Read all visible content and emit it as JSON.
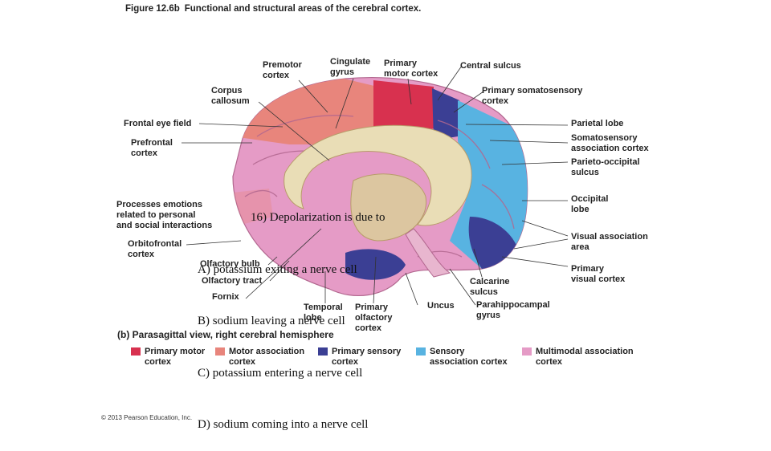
{
  "figure": {
    "number": "Figure 12.6b",
    "title": "Functional and structural areas of the cerebral cortex."
  },
  "subtitle": "(b) Parasagittal view, right cerebral hemisphere",
  "labels": {
    "premotor": "Premotor\ncortex",
    "cingulate": "Cingulate\ngyrus",
    "primary_motor": "Primary\nmotor cortex",
    "central_sulcus": "Central sulcus",
    "corpus_callosum": "Corpus\ncallosum",
    "primary_somatosensory": "Primary somatosensory\ncortex",
    "frontal_eye": "Frontal eye field",
    "parietal_lobe": "Parietal lobe",
    "prefrontal": "Prefrontal\ncortex",
    "somatosensory_assoc": "Somatosensory\nassociation cortex",
    "parieto_occipital": "Parieto-occipital\nsulcus",
    "processes_emotions": "Processes emotions\nrelated to personal\nand social interactions",
    "occipital_lobe": "Occipital\nlobe",
    "orbitofrontal": "Orbitofrontal\ncortex",
    "visual_assoc": "Visual association\narea",
    "olfactory_bulb": "Olfactory bulb",
    "primary_visual": "Primary\nvisual cortex",
    "olfactory_tract": "Olfactory tract",
    "calcarine": "Calcarine\nsulcus",
    "fornix": "Fornix",
    "parahippocampal": "Parahippocampal\ngyrus",
    "temporal_lobe": "Temporal\nlobe",
    "primary_olfactory": "Primary\nolfactory\ncortex",
    "uncus": "Uncus"
  },
  "legend": [
    {
      "label": "Primary motor\ncortex",
      "color": "#d8314f"
    },
    {
      "label": "Motor association\ncortex",
      "color": "#e8857c"
    },
    {
      "label": "Primary sensory\ncortex",
      "color": "#3b3f94"
    },
    {
      "label": "Sensory\nassociation cortex",
      "color": "#58b3e1"
    },
    {
      "label": "Multimodal association\ncortex",
      "color": "#e59bc6"
    }
  ],
  "question": {
    "stem": "16) Depolarization is due to",
    "a": "A) potassium exiting a nerve cell",
    "b": "B) sodium leaving a nerve cell",
    "c": "C) potassium entering a nerve cell",
    "d": "D) sodium coming into a nerve cell"
  },
  "copyright": "© 2013 Pearson Education, Inc.",
  "colors": {
    "primary_motor": "#d8314f",
    "motor_assoc": "#e8857c",
    "primary_sensory": "#3b3f94",
    "sensory_assoc": "#58b3e1",
    "multimodal": "#e59bc6",
    "corpus_callosum": "#e9ddb6",
    "thalamus": "#dcc6a0"
  }
}
